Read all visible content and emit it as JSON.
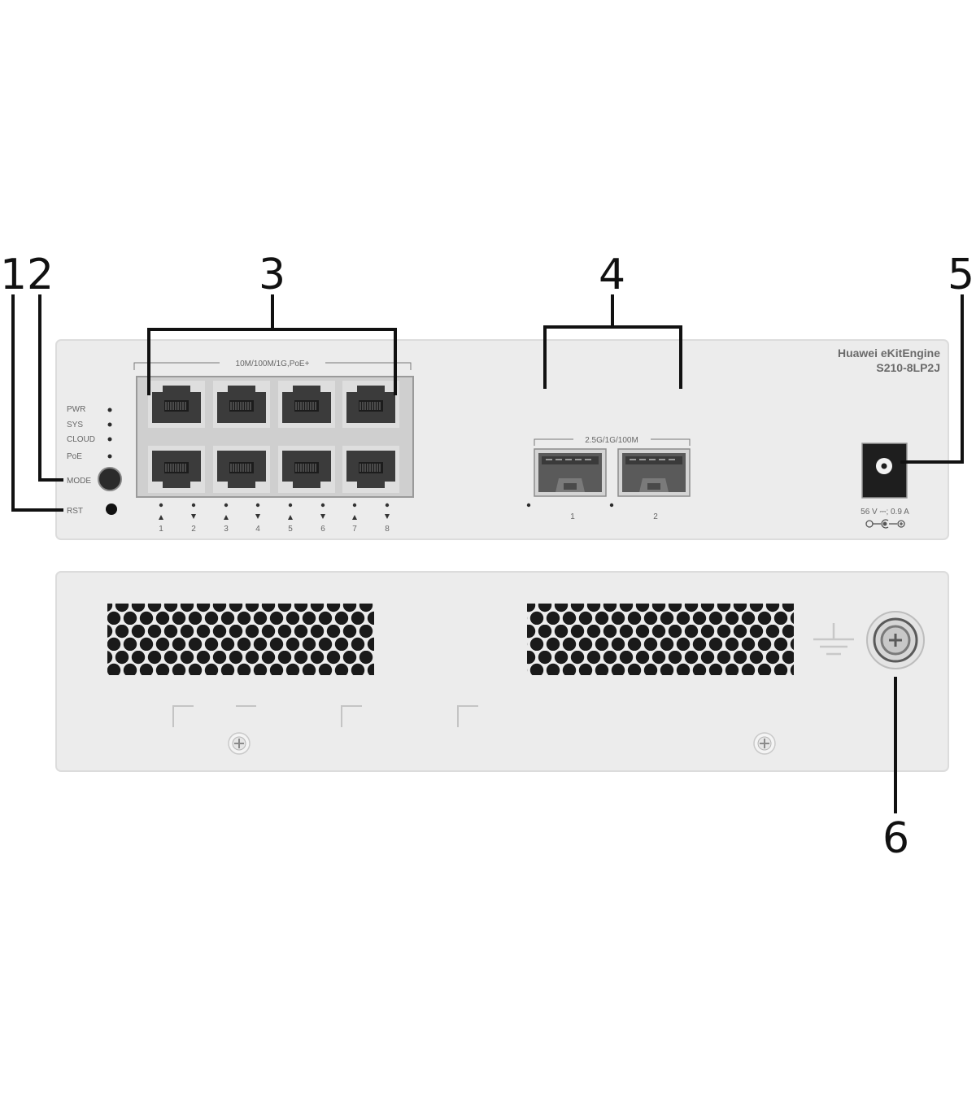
{
  "callouts": {
    "c1": "1",
    "c2": "2",
    "c3": "3",
    "c4": "4",
    "c5": "5",
    "c6": "6"
  },
  "front_panel": {
    "brand_line1": "Huawei eKitEngine",
    "brand_line2": "S210-8LP2J",
    "rj45_group_label": "10M/100M/1G,PoE+",
    "sfp_group_label": "2.5G/1G/100M",
    "led_labels": [
      "PWR",
      "SYS",
      "CLOUD",
      "PoE"
    ],
    "mode_label": "MODE",
    "rst_label": "RST",
    "rj45_port_numbers": [
      "1",
      "2",
      "3",
      "4",
      "5",
      "6",
      "7",
      "8"
    ],
    "sfp_port_numbers": [
      "1",
      "2"
    ],
    "power_rating": "56 V ⎓; 0.9 A"
  },
  "colors": {
    "panel": "#ececec",
    "panel_edge": "#dcdcdc",
    "port_fill": "#3b3b3b",
    "vent_hole": "#1a1a1a"
  },
  "icons": {
    "ground": "ground-symbol-icon",
    "polarity": "dc-polarity-icon",
    "screw": "phillips-screw-icon"
  }
}
